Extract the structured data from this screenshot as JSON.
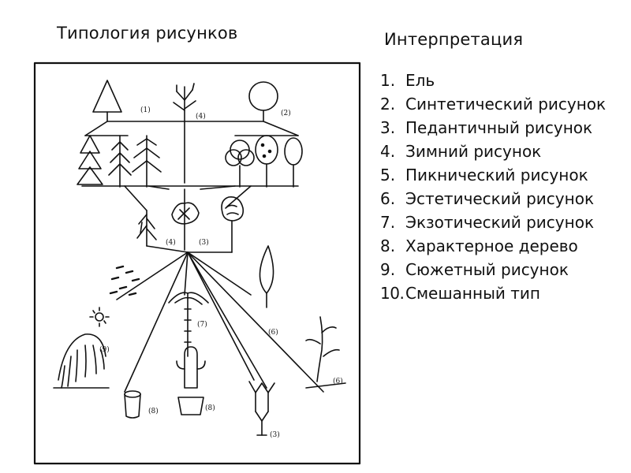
{
  "titles": {
    "left": "Типология рисунков",
    "right": "Интерпретация"
  },
  "interpretation": [
    {
      "num": "1.",
      "text": "Ель"
    },
    {
      "num": "2.",
      "text": "Синтетический рисунок"
    },
    {
      "num": "3.",
      "text": "Педантичный рисунок"
    },
    {
      "num": "4.",
      "text": "Зимний рисунок"
    },
    {
      "num": "5.",
      "text": "Пикнический рисунок"
    },
    {
      "num": "6.",
      "text": "Эстетический рисунок"
    },
    {
      "num": "7.",
      "text": "Экзотический рисунок"
    },
    {
      "num": "8.",
      "text": "Характерное дерево"
    },
    {
      "num": "9.",
      "text": "Сюжетный рисунок"
    },
    {
      "num": "10.",
      "text": "Смешанный тип"
    }
  ],
  "figure_labels": {
    "l1": "(1)",
    "l2": "(2)",
    "l3": "(3)",
    "l4": "(4)",
    "l6": "(6)",
    "l7": "(7)",
    "l8": "(8)",
    "l9": "(9)"
  }
}
